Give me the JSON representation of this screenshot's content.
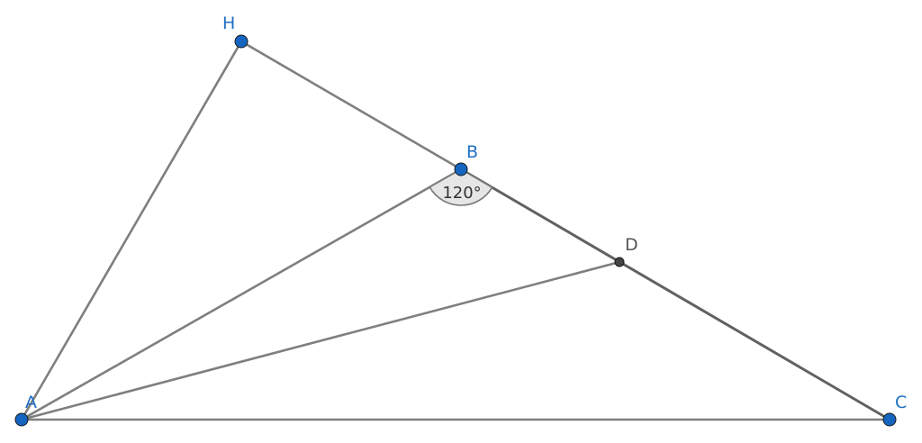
{
  "figure": {
    "points": [
      {
        "id": "H",
        "label": "H"
      },
      {
        "id": "B",
        "label": "B"
      },
      {
        "id": "D",
        "label": "D"
      },
      {
        "id": "A",
        "label": "A"
      },
      {
        "id": "C",
        "label": "C"
      }
    ],
    "segments": [
      [
        "A",
        "H"
      ],
      [
        "H",
        "B"
      ],
      [
        "B",
        "C"
      ],
      [
        "A",
        "B"
      ],
      [
        "A",
        "D"
      ],
      [
        "A",
        "C"
      ]
    ],
    "angle_marker": {
      "vertex": "B",
      "between": [
        "A",
        "C"
      ],
      "label": "120°"
    }
  },
  "colors": {
    "free_point": "#1565c0",
    "dependent_point": "#444444",
    "free_label": "#1f6fc4",
    "dependent_label": "#555555",
    "segment": "#7f7f7f",
    "angle_fill": "#e6e6e6"
  }
}
